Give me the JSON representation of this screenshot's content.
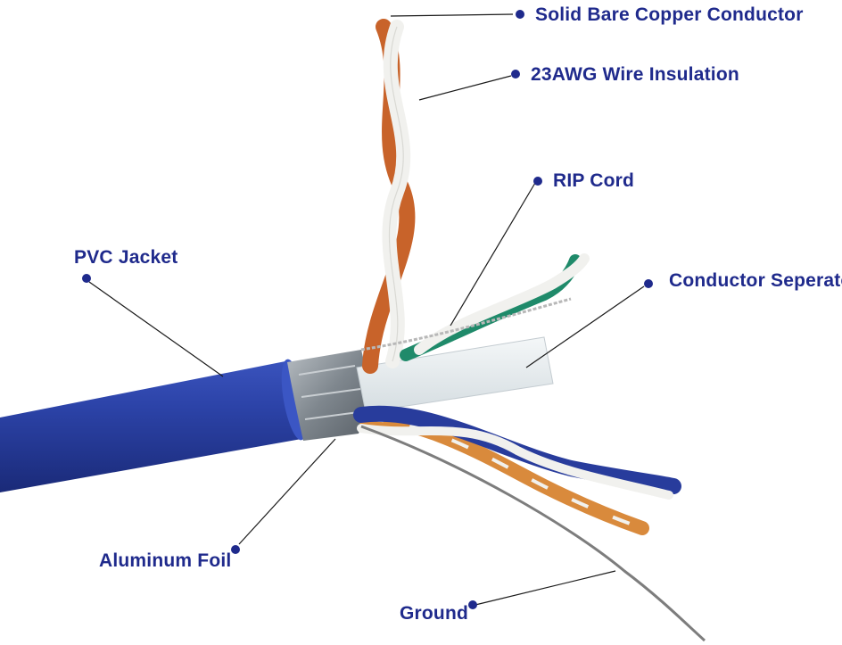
{
  "labels": {
    "copper": "Solid Bare Copper Conductor",
    "insulation": "23AWG Wire Insulation",
    "rip_cord": "RIP Cord",
    "separator": "Conductor Seperator",
    "pvc_jacket": "PVC Jacket",
    "aluminum_foil": "Aluminum Foil",
    "ground": "Ground"
  },
  "colors": {
    "label_text": "#1f2a8c",
    "dot": "#1f2a8c",
    "leader": "#1a1a1a",
    "jacket": "#2c43a8",
    "jacket_dark": "#1a2a78",
    "foil": "#8f969c",
    "orange_wire": "#c8632a",
    "green_wire": "#1f8a6a",
    "blue_wire": "#283c9c",
    "brown_wire": "#d98a3c",
    "white_wire": "#f1f1ee",
    "separator": "#e7ecef",
    "ground_wire": "#7d7d7d"
  }
}
